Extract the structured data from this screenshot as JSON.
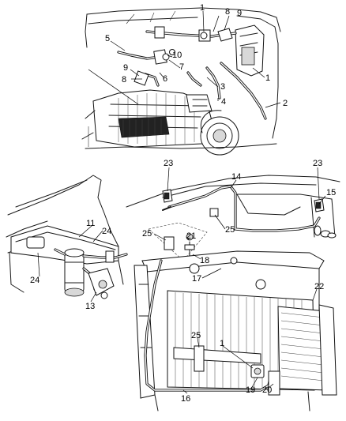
{
  "callouts": {
    "c1a": "1",
    "c8a": "8",
    "c9a": "9",
    "c5": "5",
    "c10": "10",
    "c7": "7",
    "c9b": "9",
    "c6": "6",
    "c8b": "8",
    "c3": "3",
    "c1b": "1",
    "c4": "4",
    "c2": "2",
    "c23a": "23",
    "c14": "14",
    "c23b": "23",
    "c15": "15",
    "c11": "11",
    "c24a": "24",
    "c25a": "25",
    "c21": "21",
    "c25b": "25",
    "c18": "18",
    "c17": "17",
    "c22": "22",
    "c24b": "24",
    "c13": "13",
    "c25c": "25",
    "c1c": "1",
    "c16": "16",
    "c19": "19",
    "c20": "20"
  }
}
